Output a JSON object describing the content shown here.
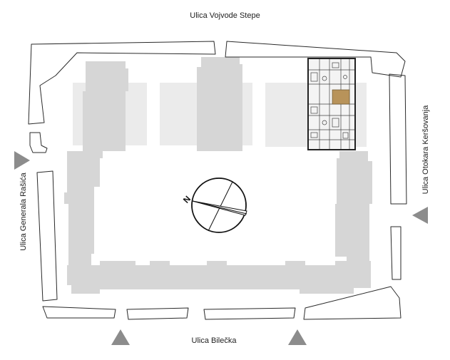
{
  "streets": {
    "top": "Ulica Vojvode Stepe",
    "bottom": "Ulica Bilečka",
    "left": "Ulica Generala Rašića",
    "right": "Ulica Otokara Keršovanja"
  },
  "compass": {
    "label": "N"
  },
  "colors": {
    "building": "#d6d6d6",
    "courtyard": "#ebebeb",
    "highlight_unit": "#b8935a",
    "entrance_arrow": "#8c8c8c",
    "outline": "#2a2a2a"
  },
  "icons": {
    "entrance": "triangle-arrow-icon",
    "north": "compass-icon"
  }
}
